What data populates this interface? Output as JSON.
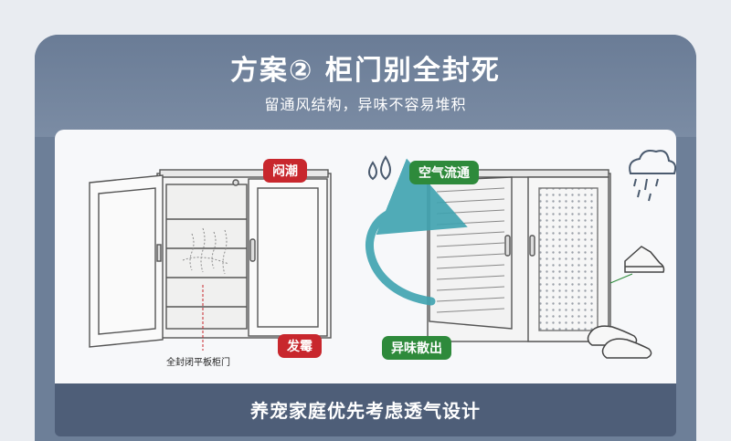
{
  "header": {
    "title": "方案② 柜门别全封死",
    "subtitle": "留通风结构，异味不容易堆积"
  },
  "left_cabinet": {
    "tag_top": "闷潮",
    "tag_bottom": "发霉",
    "caption": "全封闭平板柜门"
  },
  "right_cabinet": {
    "tag_top": "空气流通",
    "tag_bottom": "异味散出"
  },
  "footer": {
    "text": "养宠家庭优先考虑透气设计"
  },
  "colors": {
    "header_bg": "#6d7f98",
    "footer_bg": "#4e5e78",
    "alert_red": "#c8272d",
    "fresh_green": "#2e8a3b",
    "airflow_teal": "#3fa3b0"
  }
}
